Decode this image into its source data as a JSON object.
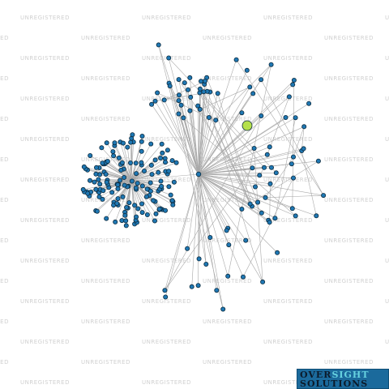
{
  "watermark": {
    "text": "UNREGISTERED"
  },
  "logo": {
    "line1_part1": "OVER",
    "line1_part2": "SIGHT",
    "line2": "SOLUTIONS"
  },
  "graph": {
    "type": "network",
    "node_color": "#1f78b4",
    "node_stroke": "#0d2b3e",
    "highlight_color": "#b5e04b",
    "edge_color": "#a9a9a9",
    "highlight_count": 1
  }
}
